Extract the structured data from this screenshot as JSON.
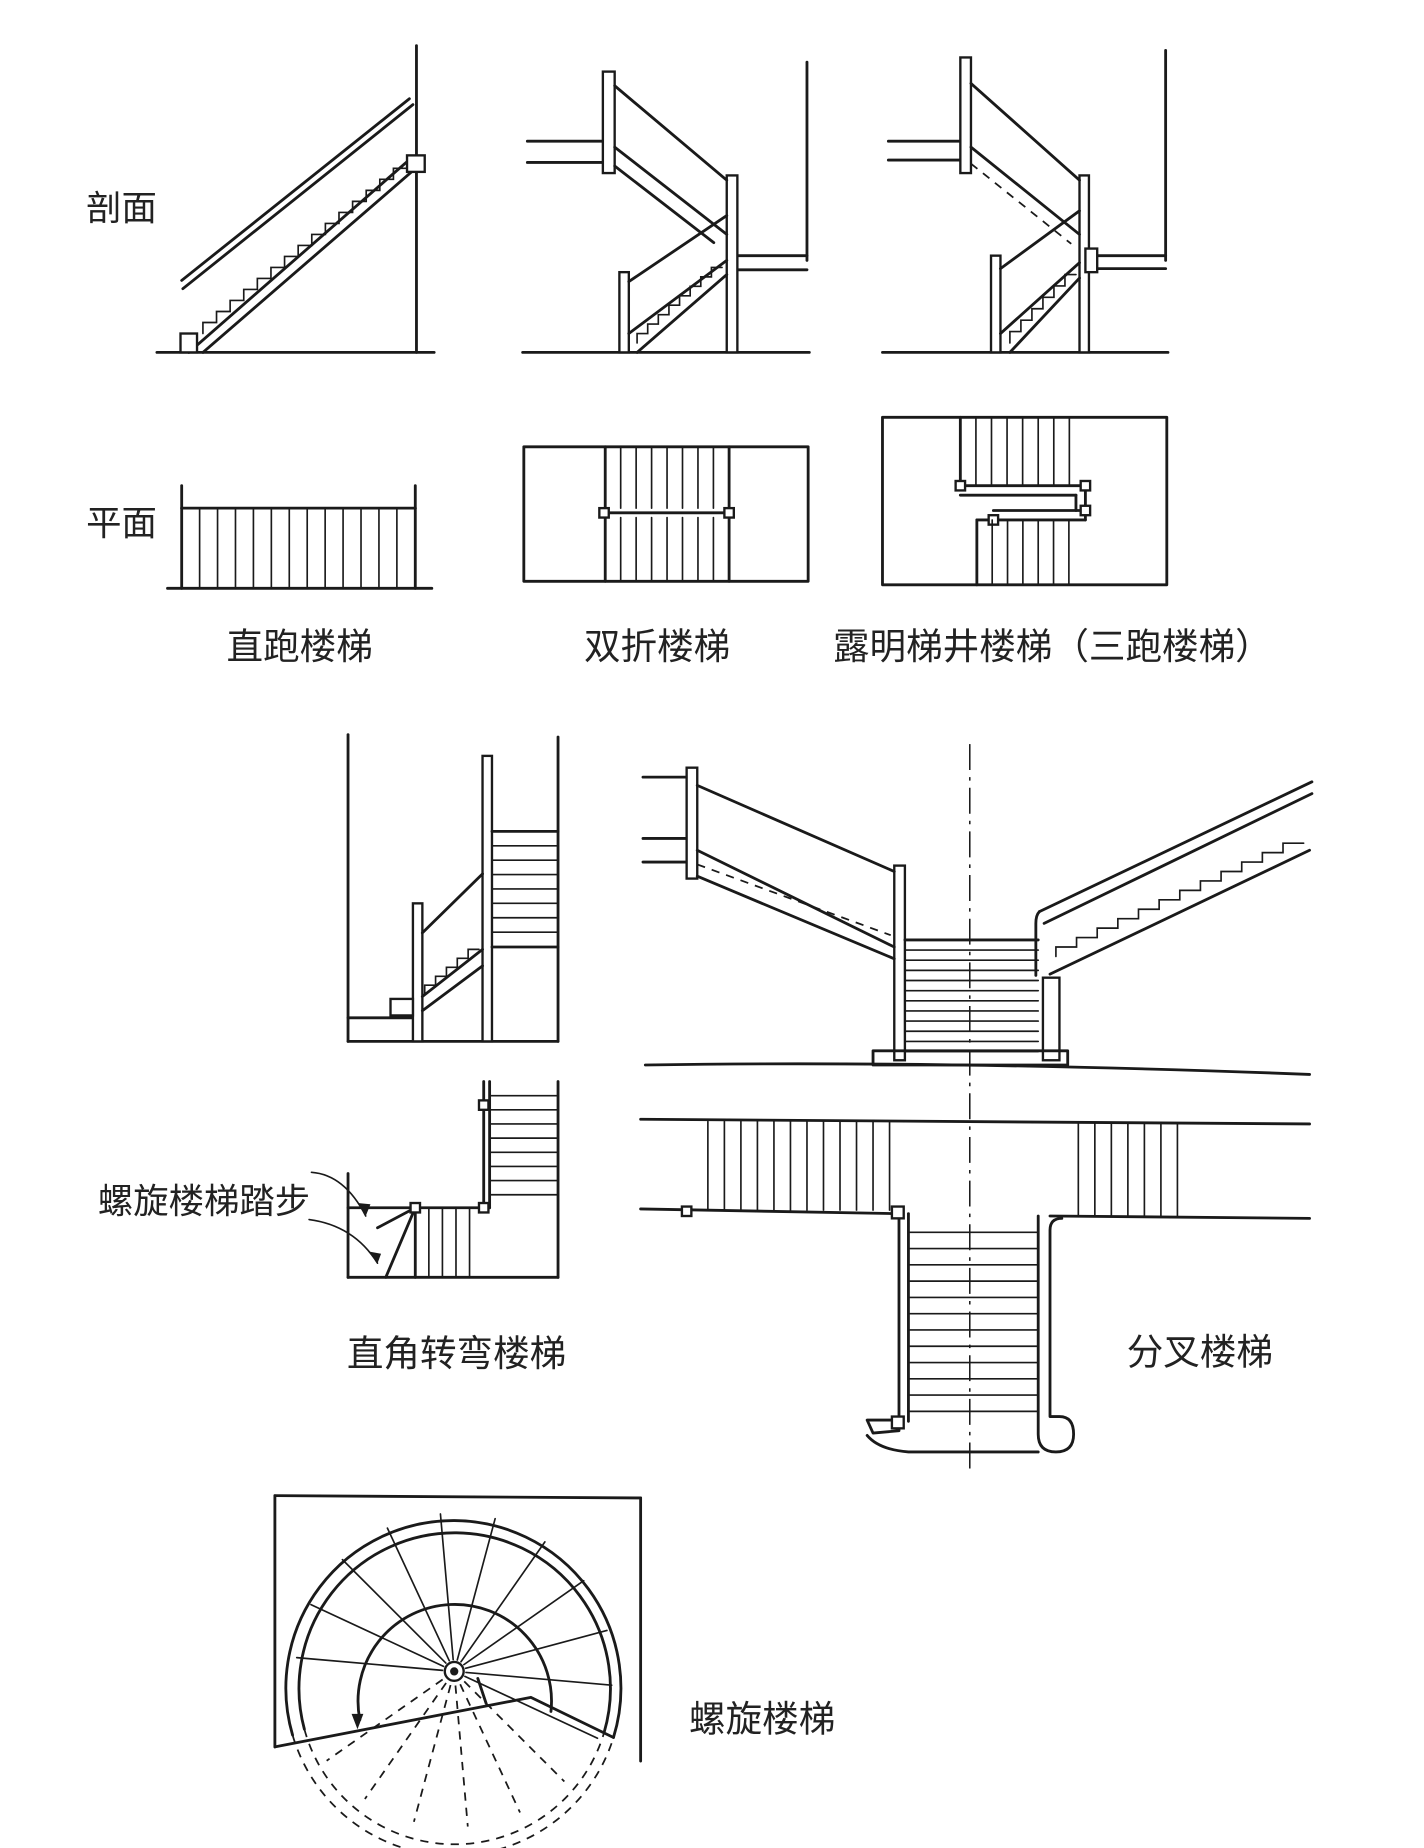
{
  "labels": {
    "section": "剖面",
    "plan": "平面",
    "spiral_step": "螺旋楼梯踏步"
  },
  "captions": {
    "straight_run": "直跑楼梯",
    "double_return": "双折楼梯",
    "open_well": "露明梯井楼梯（三跑楼梯）",
    "right_angle": "直角转弯楼梯",
    "bifurcated": "分叉楼梯",
    "spiral": "螺旋楼梯"
  }
}
